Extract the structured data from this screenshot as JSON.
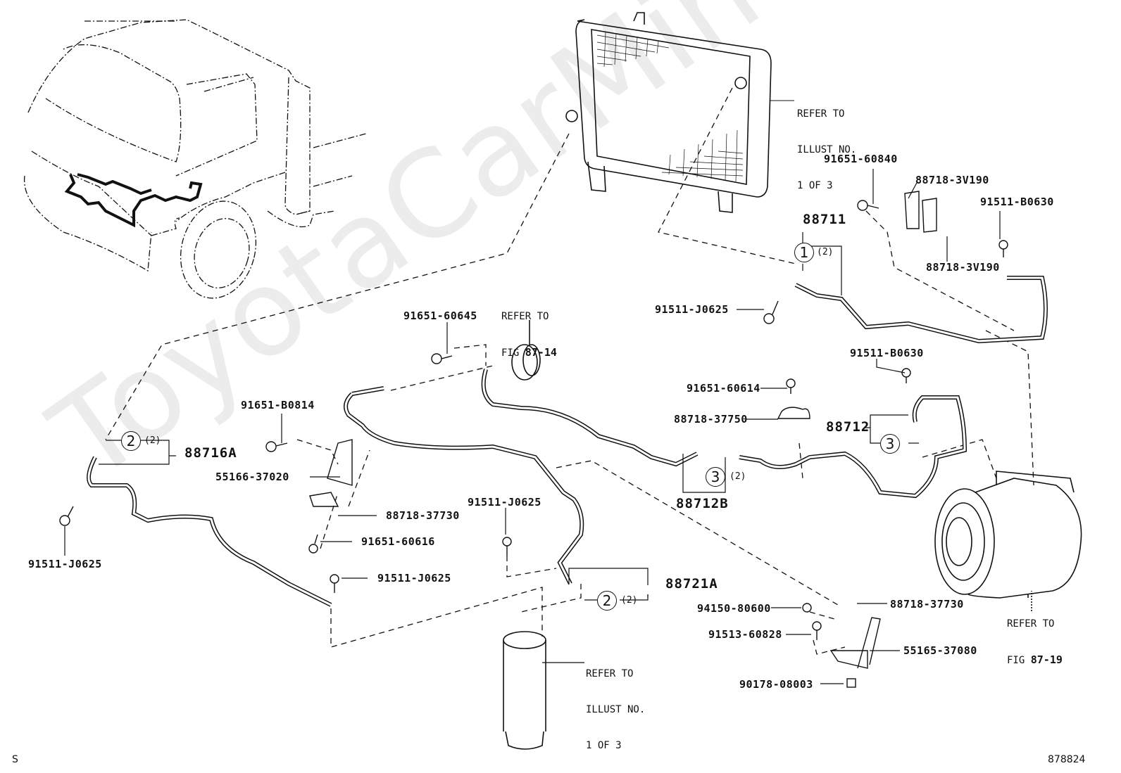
{
  "watermark": "ToyotaCarMine.ru",
  "footer": {
    "left_mark": "S",
    "illustration_number": "878824"
  },
  "notes": {
    "condenser": [
      "REFER TO",
      "ILLUST NO.",
      "1 OF 3"
    ],
    "receiver": [
      "REFER TO",
      "ILLUST NO.",
      "1 OF 3"
    ],
    "fig_87_14": {
      "line1": "REFER TO",
      "prefix": "FIG",
      "fig": "87-14"
    },
    "fig_87_19": {
      "line1": "REFER TO",
      "prefix": "FIG",
      "fig": "87-19"
    }
  },
  "parts": {
    "p91651_60840": "91651-60840",
    "p88718_3V190_top": "88718-3V190",
    "p88718_3V190_bottom": "88718-3V190",
    "p91511_B0630_top": "91511-B0630",
    "p88711": "88711",
    "p91511_J0625_upper": "91511-J0625",
    "p91511_B0630_mid": "91511-B0630",
    "p91651_60645": "91651-60645",
    "p91651_60614": "91651-60614",
    "p88718_37750": "88718-37750",
    "p88712": "88712",
    "p91651_B0814": "91651-B0814",
    "p88716A": "88716A",
    "p55166_37020": "55166-37020",
    "p88712B": "88712B",
    "p88718_37730_left": "88718-37730",
    "p91511_J0625_center": "91511-J0625",
    "p91651_60616": "91651-60616",
    "p91511_J0625_left": "91511-J0625",
    "p91511_J0625_lower": "91511-J0625",
    "p88721A": "88721A",
    "p94150_80600": "94150-80600",
    "p88718_37730_right": "88718-37730",
    "p91513_60828": "91513-60828",
    "p55165_37080": "55165-37080",
    "p90178_08003": "90178-08003"
  },
  "callouts": {
    "c1": {
      "num": "1",
      "qty": "(2)"
    },
    "c2_left": {
      "num": "2",
      "qty": "(2)"
    },
    "c2_receiver": {
      "num": "2",
      "qty": "(2)"
    },
    "c3_mid": {
      "num": "3",
      "qty": "(2)"
    },
    "c3_right": {
      "num": "3"
    }
  }
}
